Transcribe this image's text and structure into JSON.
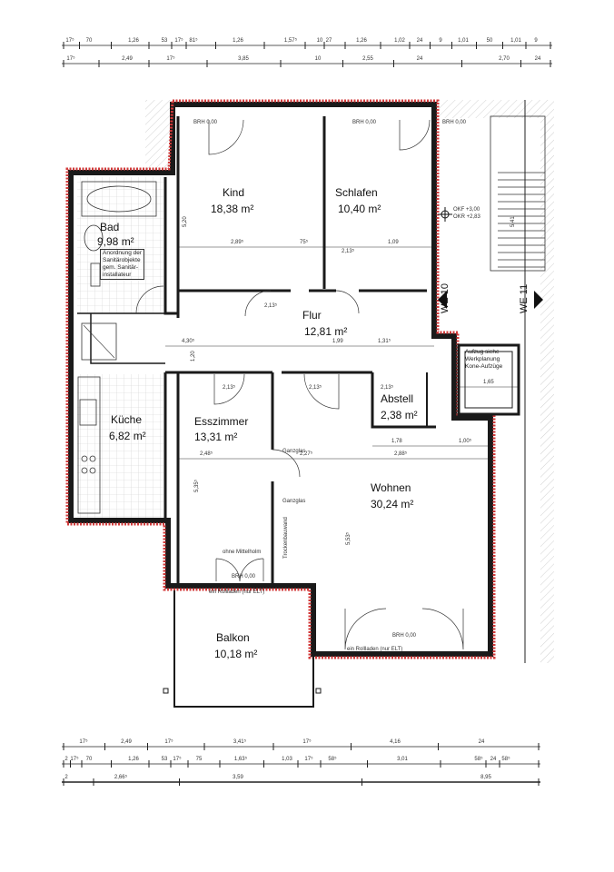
{
  "rooms": [
    {
      "name": "Kind",
      "area": "18,38 m²"
    },
    {
      "name": "Schlafen",
      "area": "10,40 m²"
    },
    {
      "name": "Bad",
      "area": "9,98 m²"
    },
    {
      "name": "Flur",
      "area": "12,81 m²"
    },
    {
      "name": "Abstell",
      "area": "2,38 m²"
    },
    {
      "name": "Küche",
      "area": "6,82 m²"
    },
    {
      "name": "Esszimmer",
      "area": "13,31 m²"
    },
    {
      "name": "Wohnen",
      "area": "30,24 m²"
    },
    {
      "name": "Balkon",
      "area": "10,18 m²"
    }
  ],
  "units": {
    "we10": "WE 10",
    "we11": "WE 11"
  },
  "level": {
    "okf": "OKF +3,00",
    "okr": "OKR +2,83"
  },
  "notes": {
    "sanitary": [
      "Anordnung der",
      "Sanitärobjekte",
      "gem. Sanitär-",
      "installateur"
    ],
    "elevator": [
      "Aufzug siehe",
      "Werkplanung",
      "Kone-Aufzüge"
    ],
    "brh": "BRH 0,00",
    "rollladen": "ein Rollladen (nur ELT)",
    "mittelholm": "ohne Mittelholm",
    "glass": "Ganzglas",
    "trockenbau": "Trockenbauwand"
  },
  "interior_dims": [
    "2,89⁵",
    "75⁵",
    "1,09",
    "2,13⁵",
    "2,13⁵",
    "4,30⁵",
    "1,99",
    "1,31⁵",
    "1,78",
    "1,00⁵",
    "2,48⁵",
    "2,27⁵",
    "2,88⁵",
    "5,35⁵",
    "5,53⁵",
    "5,41",
    "1,65",
    "1,20",
    "5,20",
    "2,13⁵",
    "2,13⁵",
    "2,13⁵"
  ],
  "dims_top": {
    "row1": [
      "17⁵",
      "70",
      "1,26",
      "53",
      "17⁵",
      "81⁵",
      "1,26",
      "1,57⁵",
      "10",
      "27",
      "1,26",
      "1,02",
      "24",
      "9",
      "1,01",
      "50",
      "1,01",
      "9"
    ],
    "row2": [
      "17⁵",
      "2,49",
      "17⁵",
      "3,85",
      "10",
      "2,55",
      "24",
      "2,70",
      "24"
    ]
  },
  "dims_bottom": {
    "row1": [
      "17⁵",
      "2,49",
      "17⁵",
      "3,41⁵",
      "17⁵",
      "4,16",
      "24"
    ],
    "row2": [
      "2",
      "17⁵",
      "70",
      "1,26",
      "53",
      "17⁵",
      "75",
      "1,63⁵",
      "1,03",
      "17⁵",
      "58⁵",
      "3,01",
      "58⁵",
      "24",
      "58⁵"
    ],
    "row3": [
      "2",
      "2,66⁵",
      "3,59",
      "8,95"
    ]
  },
  "colors": {
    "wall": "#1a1a1a",
    "insulation": "#d23a3a",
    "hatch": "#b0b0b0",
    "tile": "#cfcfcf"
  }
}
